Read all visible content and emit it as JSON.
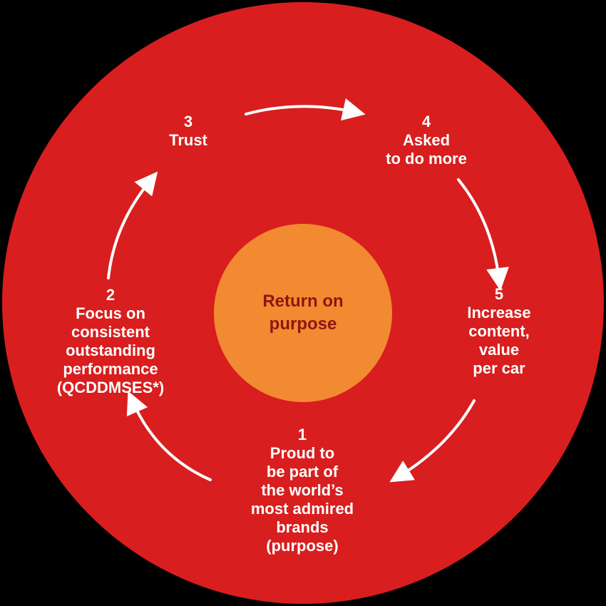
{
  "colors": {
    "background": "#000000",
    "outer_circle": "#d81e1e",
    "inner_circle": "#f28a31",
    "center_text": "#8b1713",
    "step_text": "#ffffff",
    "arrow": "#ffffff"
  },
  "center": {
    "lines": [
      "Return on",
      "purpose"
    ]
  },
  "steps": [
    {
      "number": "1",
      "lines": [
        "Proud to",
        "be part of",
        "the world’s",
        "most admired",
        "brands",
        "(purpose)"
      ]
    },
    {
      "number": "2",
      "lines": [
        "Focus on",
        "consistent",
        "outstanding",
        "performance",
        "(QCDDMSES*)"
      ]
    },
    {
      "number": "3",
      "lines": [
        "Trust"
      ]
    },
    {
      "number": "4",
      "lines": [
        "Asked",
        "to do more"
      ]
    },
    {
      "number": "5",
      "lines": [
        "Increase",
        "content,",
        "value",
        "per car"
      ]
    }
  ]
}
